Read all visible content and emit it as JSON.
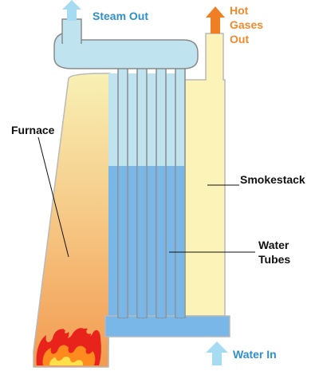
{
  "labels": {
    "steam_out": "Steam Out",
    "hot_gases_out": [
      "Hot",
      "Gases",
      "Out"
    ],
    "furnace": "Furnace",
    "smokestack": "Smokestack",
    "water_tubes": [
      "Water",
      "Tubes"
    ],
    "water_in": "Water In"
  },
  "colors": {
    "steam": "#bfe3ef",
    "water": "#78b7e8",
    "shell_cream": "#fbf3b8",
    "shell_border": "#b9b9b9",
    "furnace_top": "#f7eaa8",
    "furnace_bottom": "#f3a15a",
    "fire_red": "#e8231c",
    "fire_orange": "#ff8a1e",
    "fire_yellow": "#ffe04a",
    "blue_text": "#2f8fc9",
    "orange_text": "#f08a2c",
    "arrow_blue": "#a6dcf2",
    "arrow_orange": "#f07f24"
  }
}
